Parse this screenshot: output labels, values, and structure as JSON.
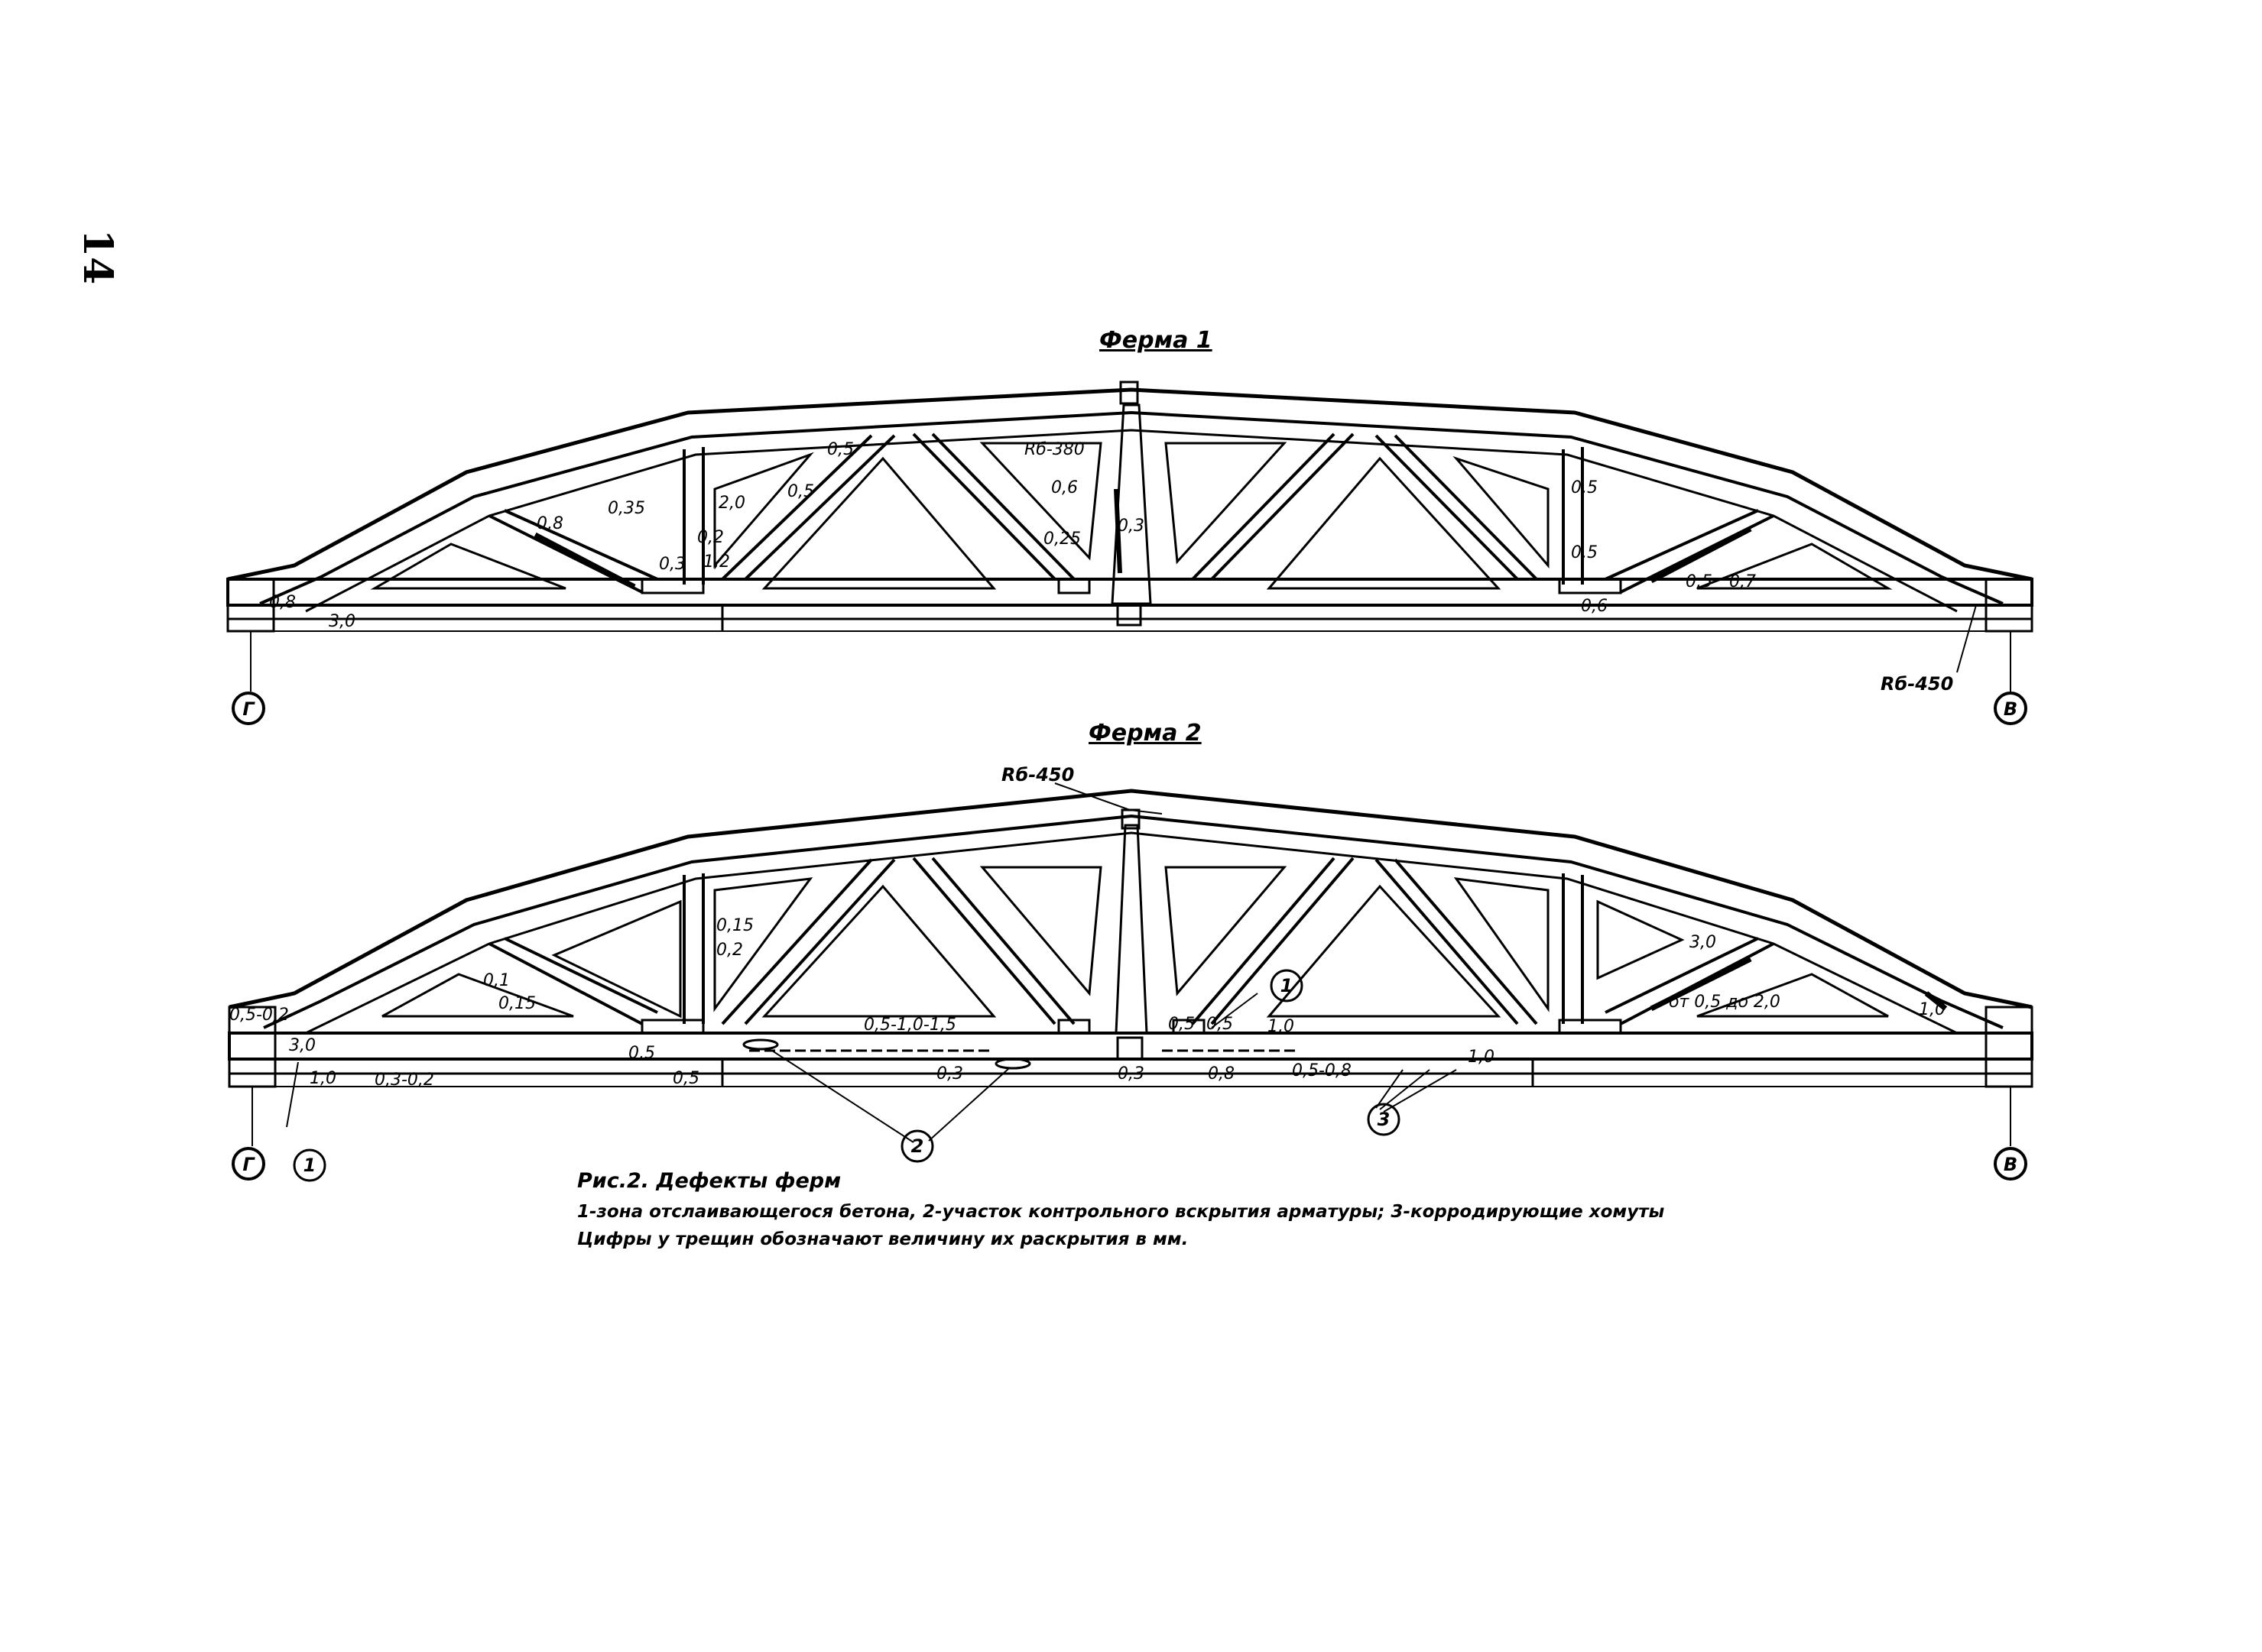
{
  "page_number": "14",
  "truss1": {
    "title": "Ферма 1",
    "axis_left": "Г",
    "axis_right": "В",
    "labels": [
      "0,8",
      "3,0",
      "0,8",
      "0,35",
      "2,0",
      "0,2",
      "0,3",
      "1,2",
      "0,5",
      "0,5",
      "Rб-380",
      "0,6",
      "0,25",
      "0,3",
      "0,5",
      "0,5",
      "0,6",
      "0,5",
      "0,7",
      "Rб-450"
    ]
  },
  "truss2": {
    "title": "Ферма 2",
    "note_top": "Rб-450",
    "axis_left": "Г",
    "axis_right": "В",
    "callouts": [
      "1",
      "1",
      "2",
      "3"
    ],
    "labels": [
      "0,5-0,2",
      "3,0",
      "1,0",
      "0,3-0,2",
      "0,5",
      "0,5",
      "0,1",
      "0,15",
      "0,15",
      "0,2",
      "0,5-1,0-1,5",
      "0,3",
      "0,3",
      "0,5",
      "0,5",
      "1,0",
      "0,8",
      "0,5-0,8",
      "1,0",
      "3,0",
      "от 0,5 до 2,0",
      "1,0"
    ]
  },
  "caption": {
    "title": "Рис.2. Дефекты ферм",
    "line1": "1-зона отслаивающегося бетона, 2-участок контрольного вскрытия арматуры; 3-корродирующие хомуты",
    "line2": "Цифры у трещин обозначают величину их раскрытия в мм."
  }
}
